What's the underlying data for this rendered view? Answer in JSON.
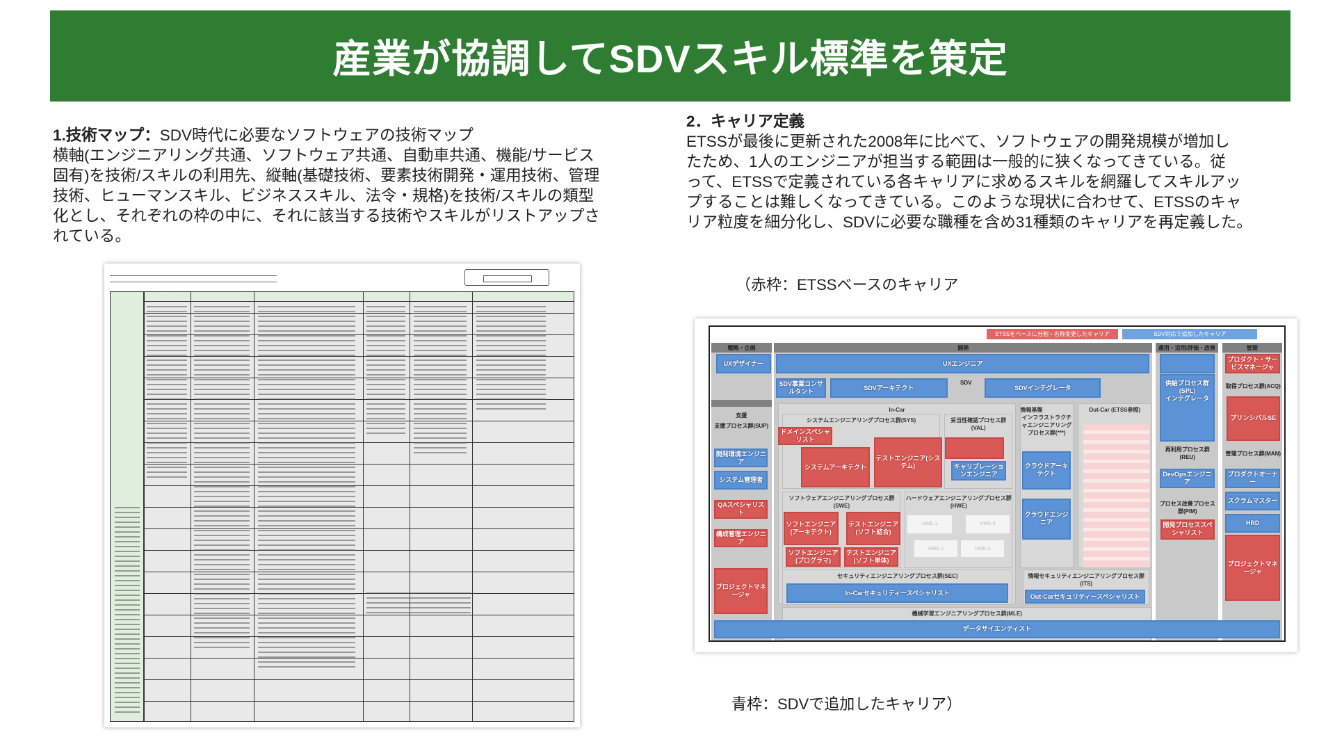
{
  "title": "産業が協調してSDVスキル標準を策定",
  "section1": {
    "heading": "1.技術マップ：",
    "lines": [
      "SDV時代に必要なソフトウェアの技術マップ",
      "横軸(エンジニアリング共通、ソフトウェア共通、自動車共通、機能/サービス",
      "固有)を技術/スキルの利用先、縦軸(基礎技術、要素技術開発・運用技術、管理",
      "技術、ヒューマンスキル、ビジネススキル、法令・規格)を技術/スキルの類型",
      "化とし、それぞれの枠の中に、それに該当する技術やスキルがリストアップさ",
      "れている。"
    ]
  },
  "section2": {
    "heading": "2．キャリア定義",
    "lines": [
      "ETSSが最後に更新された2008年に比べて、ソフトウェアの開発規模が増加し",
      "たため、1人のエンジニアが担当する範囲は一般的に狭くなってきている。従",
      "って、ETSSで定義されている各キャリアに求めるスキルを網羅してスキルアッ",
      "プすることは難しくなってきている。このような現状に合わせて、ETSSのキャ",
      "リア粒度を細分化し、SDVに必要な職種を含め31種類のキャリアを再定義した。"
    ],
    "caption_top": "（赤枠：ETSSベースのキャリア",
    "caption_bottom": "青枠：SDVで追加したキャリア）"
  },
  "diagram": {
    "legend_red": "ETSSをベースに分割・名称変更したキャリア",
    "legend_blue": "SDV対応で追加したキャリア",
    "columns": [
      "戦略・企画",
      "開発",
      "運用・活用/評価・改善",
      "管理"
    ],
    "sdv_label": "SDV",
    "support": "支援",
    "support_group": "支援プロセス群(SUP)",
    "incar": "In-Car",
    "sys": "システムエンジニアリングプロセス群(SYS)",
    "val": "妥当性確認プロセス群(VAL)",
    "swe": "ソフトウェアエンジニアリングプロセス群(SWE)",
    "hwe": "ハードウェアエンジニアリングプロセス群(HWE)",
    "infra": "情報基盤",
    "infra_group": "インフラストラクチャエンジニアリングプロセス群(***)",
    "outcar": "Out-Car (ETSS参照)",
    "sec": "セキュリティエンジニアリングプロセス群(SEC)",
    "its": "情報セキュリティエンジニアリングプロセス群(ITS)",
    "mle": "機械学習エンジニアリングプロセス群(MLE)",
    "spl": "供給プロセス群(SPL)",
    "acq": "取得プロセス群(ACQ)",
    "reu": "再利用プロセス群(REU)",
    "pim": "プロセス改善プロセス群(PIM)",
    "man": "管理プロセス群(MAN)",
    "careers": {
      "ux_designer": "UXデザイナー",
      "ux_engineer": "UXエンジニア",
      "product_service_manager": "プロダクト・サービスマネージャ",
      "sdv_consultant": "SDV事業コンサルタント",
      "sdv_architect": "SDVアーキテクト",
      "sdv_integrator": "SDVインテグレータ",
      "spl_integrator": "インテグレータ",
      "principal_se": "プリンシパルSE",
      "devenv_engineer": "開発環境エンジニア",
      "sys_admin": "システム管理者",
      "qa_specialist": "QAスペシャリスト",
      "config_engineer": "構成管理エンジニア",
      "pm_left": "プロジェクトマネージャ",
      "domain_specialist": "ドメインスペシャリスト",
      "system_architect": "システムアーキテクト",
      "test_engineer_system": "テストエンジニア(システム)",
      "calibration_engineer": "キャリブレーションエンジニア",
      "soft_architect": "ソフトエンジニア(アーキテクト)",
      "test_soft_integration": "テストエンジニア(ソフト結合)",
      "soft_programmer": "ソフトエンジニア(プログラマ)",
      "test_soft_unit": "テストエンジニア(ソフト単体)",
      "hwe1": "HWE.1",
      "hwe2": "HWE.2",
      "hwe3": "HWE.3",
      "hwe4": "HWE.4",
      "cloud_architect": "クラウドアーキテクト",
      "cloud_engineer": "クラウドエンジニア",
      "incar_security": "In-Carセキュリティースペシャリスト",
      "outcar_security": "Out-Carセキュリティースペシャリスト",
      "data_scientist": "データサイエンティスト",
      "devops_engineer": "DevOpsエンジニア",
      "process_specialist": "開発プロセススペシャリスト",
      "product_owner": "プロダクトオーナー",
      "scrum_master": "スクラムマスター",
      "hrd": "HRD",
      "pm_right": "プロジェクトマネージャ"
    }
  }
}
